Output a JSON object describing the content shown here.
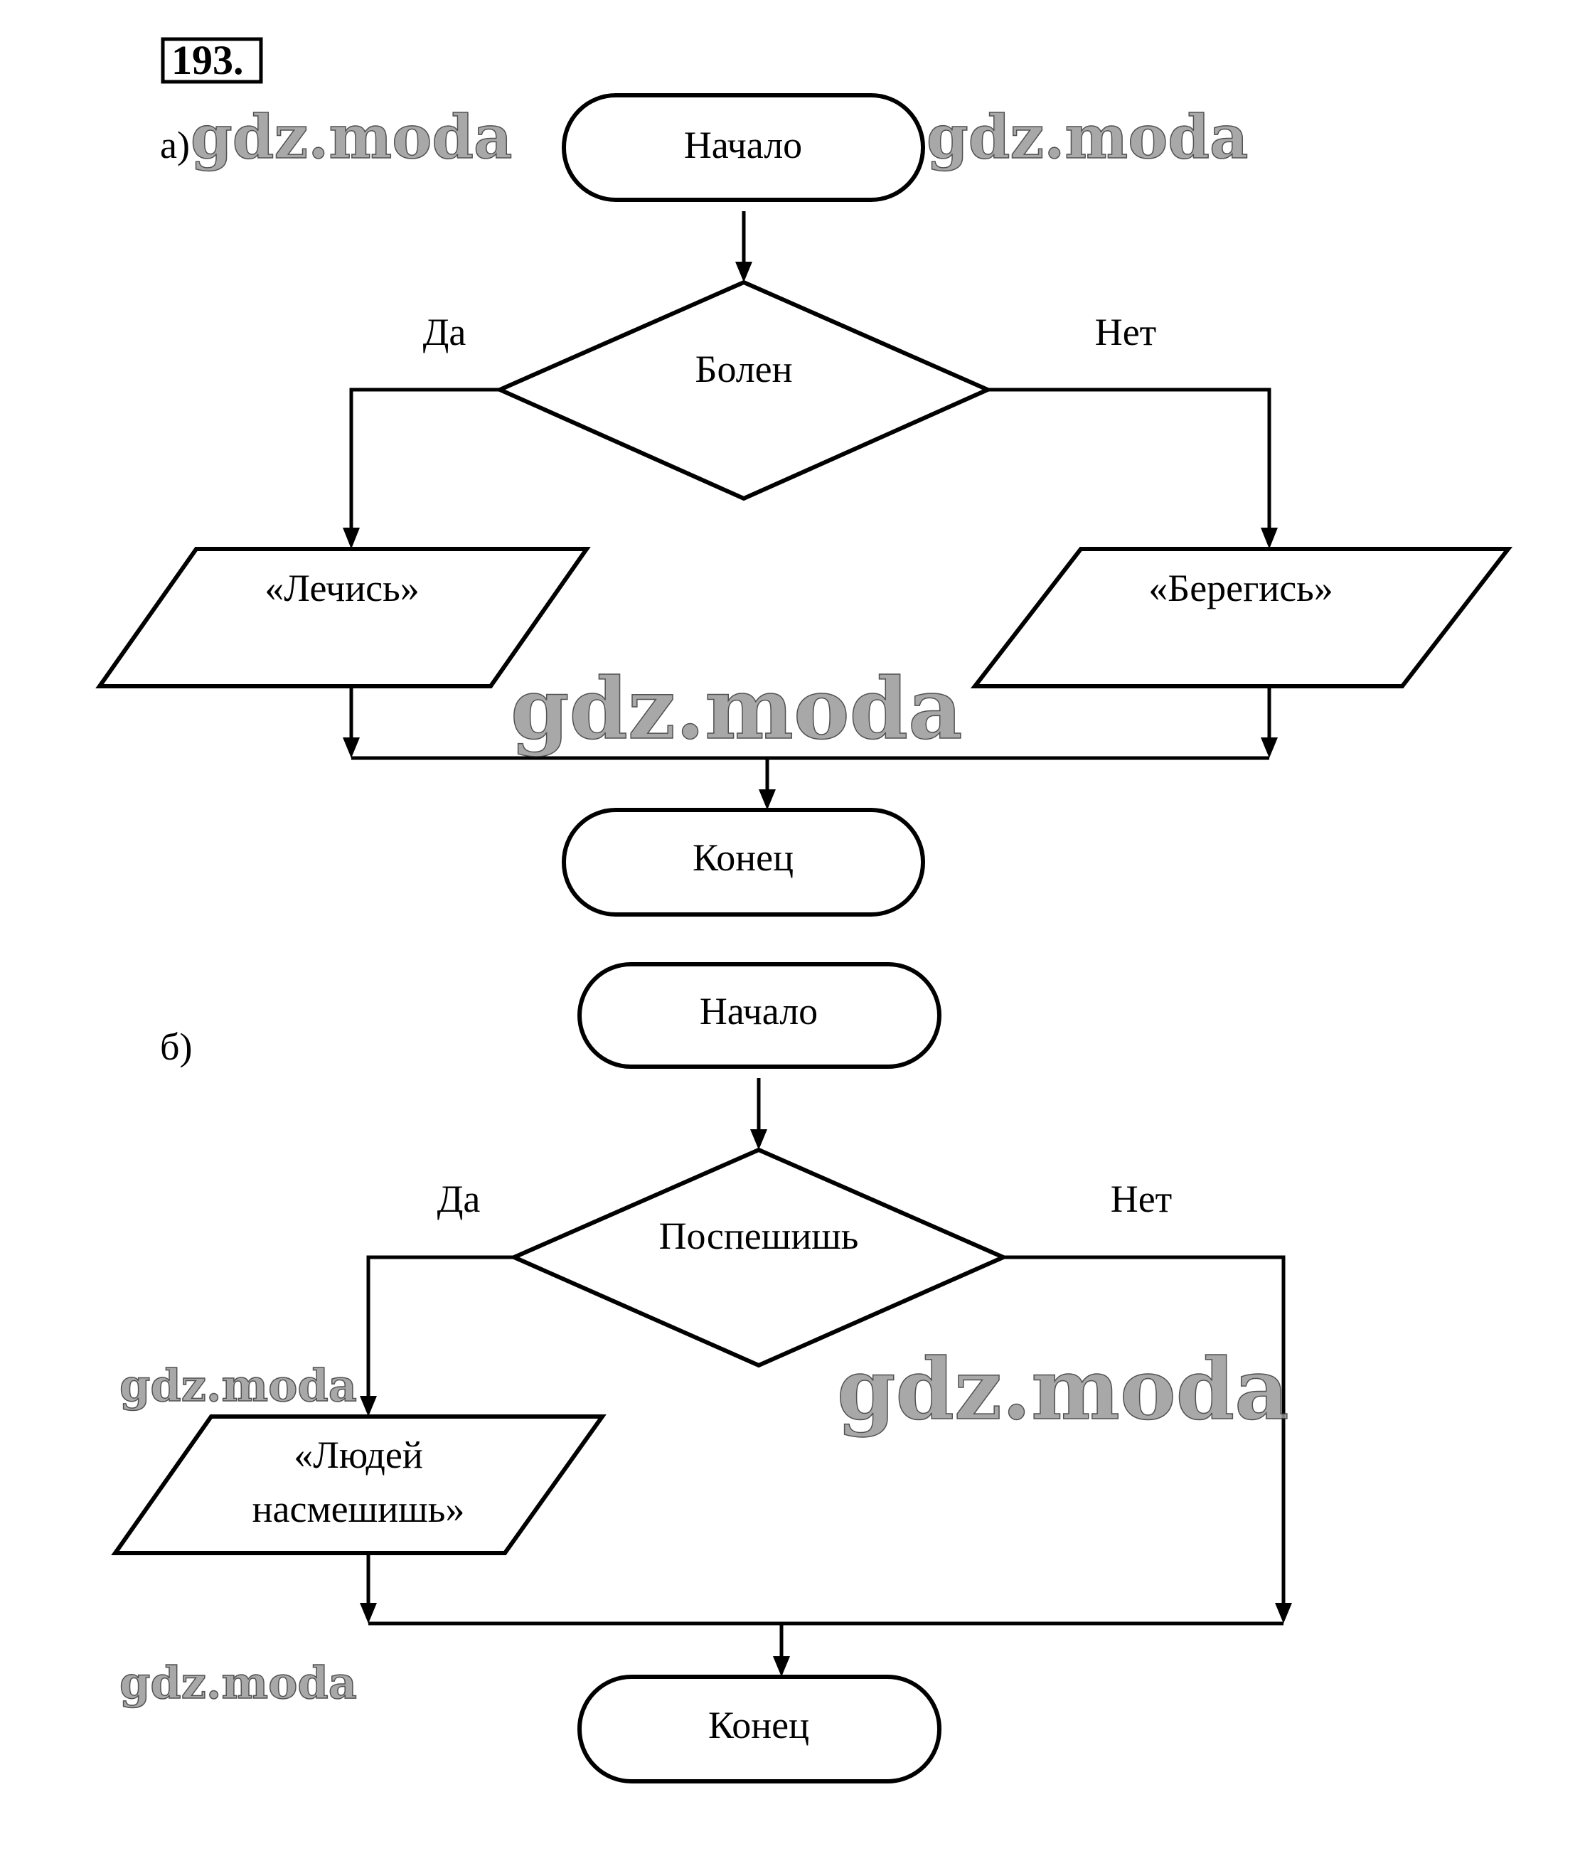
{
  "problem_number": "193.",
  "parts": [
    {
      "label": "а)",
      "start": "Начало",
      "condition": "Болен",
      "yes_label": "Да",
      "no_label": "Нет",
      "yes_output": [
        "«Лечись»"
      ],
      "no_output": [
        "«Берегись»"
      ],
      "end": "Конец"
    },
    {
      "label": "б)",
      "start": "Начало",
      "condition": "Поспешишь",
      "yes_label": "Да",
      "no_label": "Нет",
      "yes_output": [
        "«Людей",
        "насмешишь»"
      ],
      "end": "Конец"
    }
  ],
  "watermark": "gdz.moda"
}
